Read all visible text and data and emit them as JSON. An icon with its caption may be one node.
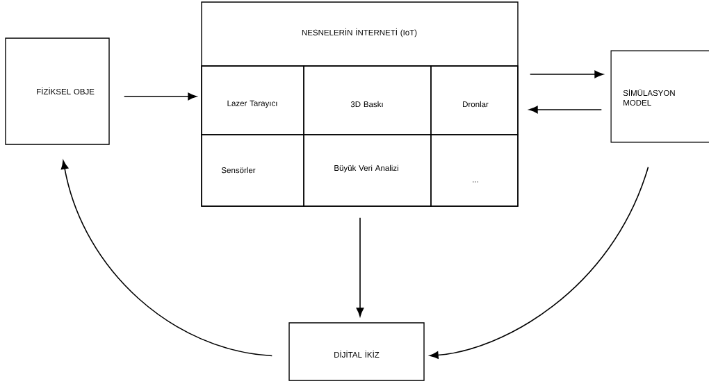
{
  "diagram": {
    "nodes": [
      {
        "text": [
          "FİZİKSEL OBJE"
        ]
      },
      {
        "text": [
          "NESNELERİN İNTERNETİ (IoT)"
        ]
      },
      {
        "text": [
          "Lazer Tarayıcı"
        ],
        "in": 1
      },
      {
        "text": [
          "3D Baskı"
        ],
        "in": 1
      },
      {
        "text": [
          "Dronlar"
        ],
        "in": 1
      },
      {
        "text": [
          "Sensörler"
        ],
        "in": 1
      },
      {
        "text": [
          "Büyük Veri Analizi"
        ],
        "in": 1
      },
      {
        "text": [
          "..."
        ],
        "in": 1
      },
      {
        "text": [
          "SİMÜLASYON MODEL"
        ]
      },
      {
        "text": [
          "DİJİTAL İKİZ"
        ]
      }
    ],
    "edges": [
      {
        "from": 0,
        "to": 1,
        "arrow": "to"
      },
      {
        "from": 1,
        "to": 8,
        "arrow": "to"
      },
      {
        "from": 8,
        "to": 1,
        "arrow": "to"
      },
      {
        "from": 1,
        "to": 9,
        "arrow": "to"
      },
      {
        "from": 8,
        "to": 9,
        "arrow": "to"
      },
      {
        "from": 9,
        "to": 0,
        "arrow": "to"
      }
    ]
  }
}
